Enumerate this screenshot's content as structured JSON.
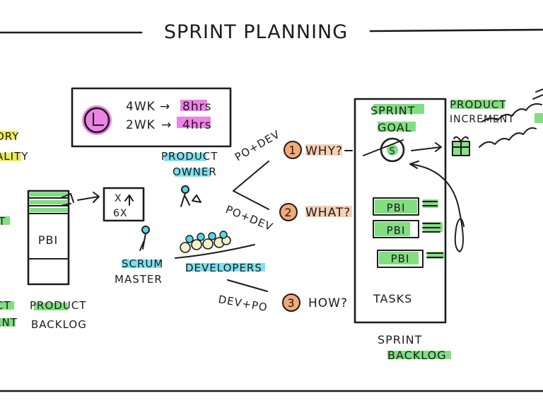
{
  "title": "SPRINT PLANNING",
  "timebox": {
    "row1_left": "4WK",
    "row1_right": "8hrs",
    "row2_left": "2WK",
    "row2_right": "4hrs"
  },
  "left_edge": {
    "top1": "ORY",
    "top2": "ALITY",
    "mid": "T",
    "bottom1": "CT",
    "bottom2": "ENT"
  },
  "backlog": {
    "pbi": "PBI",
    "label1": "PRODUCT",
    "label2": "BACKLOG"
  },
  "estimate": {
    "line1": "X",
    "line2": "6X"
  },
  "roles": {
    "product_owner1": "PRODUCT",
    "product_owner2": "OWNER",
    "scrum_master1": "SCRUM",
    "scrum_master2": "MASTER",
    "developers": "DEVELOPERS"
  },
  "participants": {
    "q1": "PO+DEV",
    "q2": "PO+DEV",
    "q3": "DEV+PO"
  },
  "questions": [
    {
      "num": "1",
      "text": "WHY?"
    },
    {
      "num": "2",
      "text": "WHAT?"
    },
    {
      "num": "3",
      "text": "HOW?"
    }
  ],
  "sprint_backlog": {
    "goal1": "SPRINT",
    "goal2": "GOAL",
    "goal_icon": "S",
    "pbis": [
      "PBI",
      "PBI",
      "PBI"
    ],
    "tasks": "TASKS",
    "label1": "SPRINT",
    "label2": "BACKLOG"
  },
  "increment": {
    "line1": "PRODUCT",
    "line2": "INCREMENT"
  },
  "icons": [
    "clock-icon",
    "gift-icon",
    "person-icon"
  ]
}
